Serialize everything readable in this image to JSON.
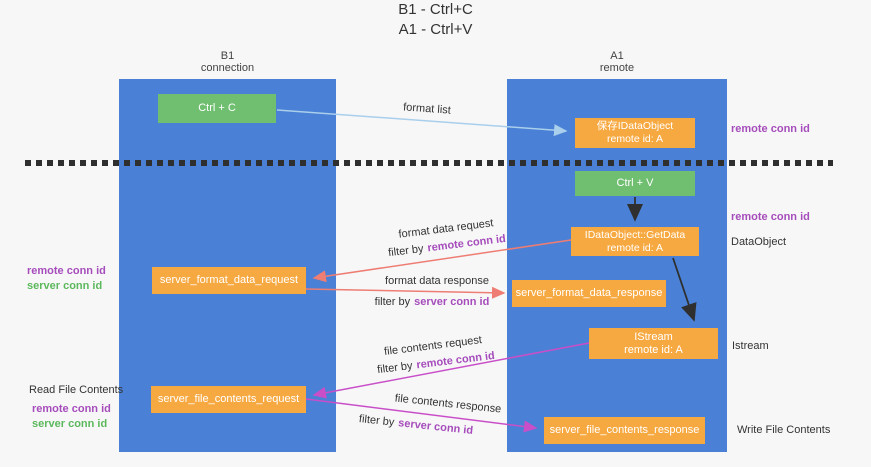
{
  "title": {
    "line1": "B1 - Ctrl+C",
    "line2": "A1 - Ctrl+V"
  },
  "lanes": {
    "left": {
      "name": "B1",
      "role": "connection"
    },
    "right": {
      "name": "A1",
      "role": "remote"
    }
  },
  "nodes": {
    "ctrl_c": {
      "label": "Ctrl + C"
    },
    "save_dataobject": {
      "line1": "保存IDataObject",
      "line2": "remote id: A"
    },
    "ctrl_v": {
      "label": "Ctrl + V"
    },
    "getdata": {
      "line1": "IDataObject::GetData",
      "line2": "remote id: A"
    },
    "server_format_data_request": {
      "label": "server_format_data_request"
    },
    "server_format_data_response": {
      "label": "server_format_data_response"
    },
    "istream": {
      "line1": "IStream",
      "line2": "remote id: A"
    },
    "server_file_contents_request": {
      "label": "server_file_contents_request"
    },
    "server_file_contents_response": {
      "label": "server_file_contents_response"
    }
  },
  "edge_labels": {
    "format_list": "format list",
    "format_data_request": "format data request",
    "format_data_response": "format data response",
    "file_contents_request": "file contents request",
    "file_contents_response": "file contents response",
    "filter_by": "filter by",
    "remote_conn_id": "remote conn id",
    "server_conn_id": "server conn id"
  },
  "side_labels": {
    "remote_conn_id": "remote conn id",
    "server_conn_id": "server conn id",
    "dataobject": "DataObject",
    "istream": "Istream",
    "read_file_contents": "Read File Contents",
    "write_file_contents": "Write File Contents"
  },
  "colors": {
    "lane_blue": "#4a80d5",
    "box_green": "#70bf71",
    "box_orange": "#f7a941",
    "arrow_salmon": "#ee7d73",
    "arrow_magenta": "#c94fc9",
    "arrow_light_blue": "#a9cfec",
    "arrow_black": "#2f2f2f",
    "text_purple": "#a64dbb",
    "text_green": "#5cb85c",
    "background": "#f7f7f8"
  }
}
